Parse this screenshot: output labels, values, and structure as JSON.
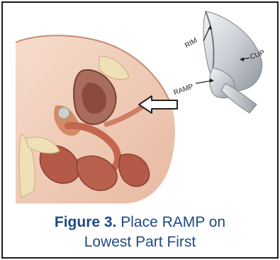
{
  "figure": {
    "caption_bold": "Figure 3.",
    "caption_line1": "Place RAMP on",
    "caption_line2": "Lowest Part First"
  },
  "labels": {
    "rim": "RIM",
    "cup": "CUP",
    "ramp": "RAMP"
  },
  "colors": {
    "caption": "#1e4a86",
    "frame": "#1b1b1b"
  }
}
